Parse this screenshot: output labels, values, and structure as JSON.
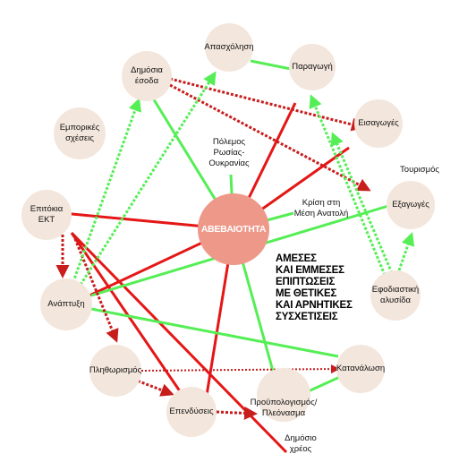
{
  "center": {
    "label": "ΑΒΕΒΑΙΟΤΗΤΑ",
    "color": "#ee9889"
  },
  "title_lines": [
    "ΑΜΕΣΕΣ",
    "ΚΑΙ ΕΜΜΕΣΕΣ",
    "ΕΠΙΠΤΩΣΕΙΣ",
    "ΜΕ ΘΕΤΙΚΕΣ",
    "ΚΑΙ ΑΡΝΗΤΙΚΕΣ",
    "ΣΥΣΧΕΤΙΣΕΙΣ"
  ],
  "nodes": {
    "apasxolisi": {
      "label": "Απασχόληση"
    },
    "paragogi": {
      "label": "Παραγωγή"
    },
    "dimosio_eisodo": {
      "label": "Δημόσια\nέσοδα"
    },
    "eisagoges": {
      "label": "Εισαγωγές"
    },
    "eksagoges": {
      "label": "Εξαγωγές"
    },
    "emporikes": {
      "label": "Εμπορικές\nσχέσεις"
    },
    "epitokia": {
      "label": "Επιτόκια\nΕΚΤ"
    },
    "anaptyxi": {
      "label": "Ανάπτυξη"
    },
    "plithorismos": {
      "label": "Πληθωρισμός"
    },
    "ependyseis": {
      "label": "Επενδύσεις"
    },
    "proupologismos": {
      "label": "Προϋπολογισμός/\nΠλεόνασμα"
    },
    "katanalosi": {
      "label": "Κατανάλωση"
    },
    "eforiastiki": {
      "label": "Εφοδιαστική\nαλυσίδα"
    }
  },
  "free_labels": {
    "polemos": "Πόλεμος\nΡωσίας-\nΟυκρανίας",
    "krisi": "Κρίση στη\nΜέση Ανατολή",
    "tourismos": "Τουρισμός",
    "dimosio_xreos": "Δημόσιο\nχρέος"
  },
  "colors": {
    "positive": "#55ee55",
    "negative": "#e51616",
    "negative_dotted": "#c81d1d",
    "node_fill": "#f3e6dc",
    "center_fill": "#ee9889"
  }
}
